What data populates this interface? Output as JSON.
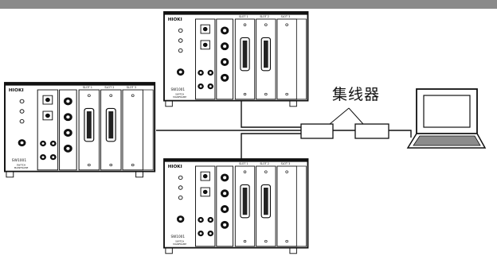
{
  "header": {
    "bar_color": "#8a8a8a"
  },
  "hub": {
    "label": "集线器"
  },
  "devices": [
    {
      "brand": "HIOKI",
      "model": "SW1001",
      "subtitle": "SWITCH MAINFRAME",
      "slots": [
        "SLOT 1",
        "SLOT 2",
        "SLOT 3"
      ]
    },
    {
      "brand": "HIOKI",
      "model": "SW1001",
      "subtitle": "SWITCH MAINFRAME",
      "slots": [
        "SLOT 1",
        "SLOT 2",
        "SLOT 3"
      ]
    },
    {
      "brand": "HIOKI",
      "model": "SW1001",
      "subtitle": "SWITCH MAINFRAME",
      "slots": [
        "SLOT 1",
        "SLOT 2",
        "SLOT 3"
      ]
    }
  ],
  "colors": {
    "stroke": "#111111",
    "panel": "#ffffff",
    "accent": "#222222"
  },
  "icons": [
    "laptop-icon",
    "hub-box-icon",
    "switch-mainframe-icon"
  ]
}
